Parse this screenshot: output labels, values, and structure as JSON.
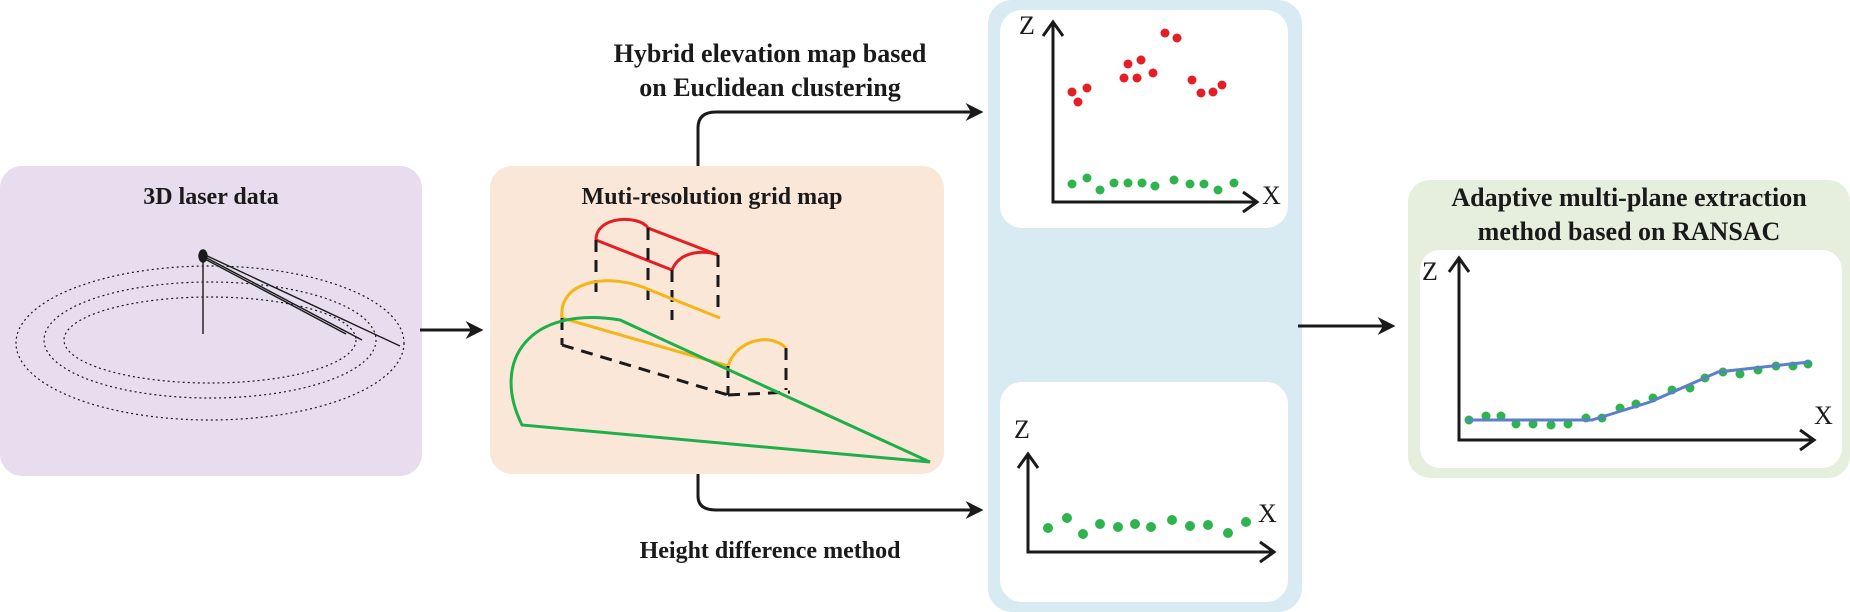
{
  "laser_panel": {
    "title": "3D laser data"
  },
  "grid_panel": {
    "title": "Muti-resolution grid map"
  },
  "branch_top": {
    "line1": "Hybrid elevation map based",
    "line2": "on Euclidean clustering"
  },
  "branch_bottom": {
    "label": "Height difference method"
  },
  "plot_top": {
    "z_label": "Z",
    "x_label": "X"
  },
  "plot_bottom": {
    "z_label": "Z",
    "x_label": "X"
  },
  "result_panel": {
    "line1": "Adaptive multi-plane extraction",
    "line2": "method based on RANSAC"
  },
  "plot_result": {
    "z_label": "Z",
    "x_label": "X"
  },
  "colors": {
    "laser_bg": "#e7ddee",
    "grid_bg": "#fbe7d8",
    "plots_bg": "#d8ebf2",
    "result_bg": "#e6efde",
    "red": "#e41e25",
    "green": "#2eb34f",
    "yellow": "#f5b417",
    "line_green": "#1db04a",
    "fit_blue": "#5b7fc9",
    "dark": "#1a1a1a"
  }
}
